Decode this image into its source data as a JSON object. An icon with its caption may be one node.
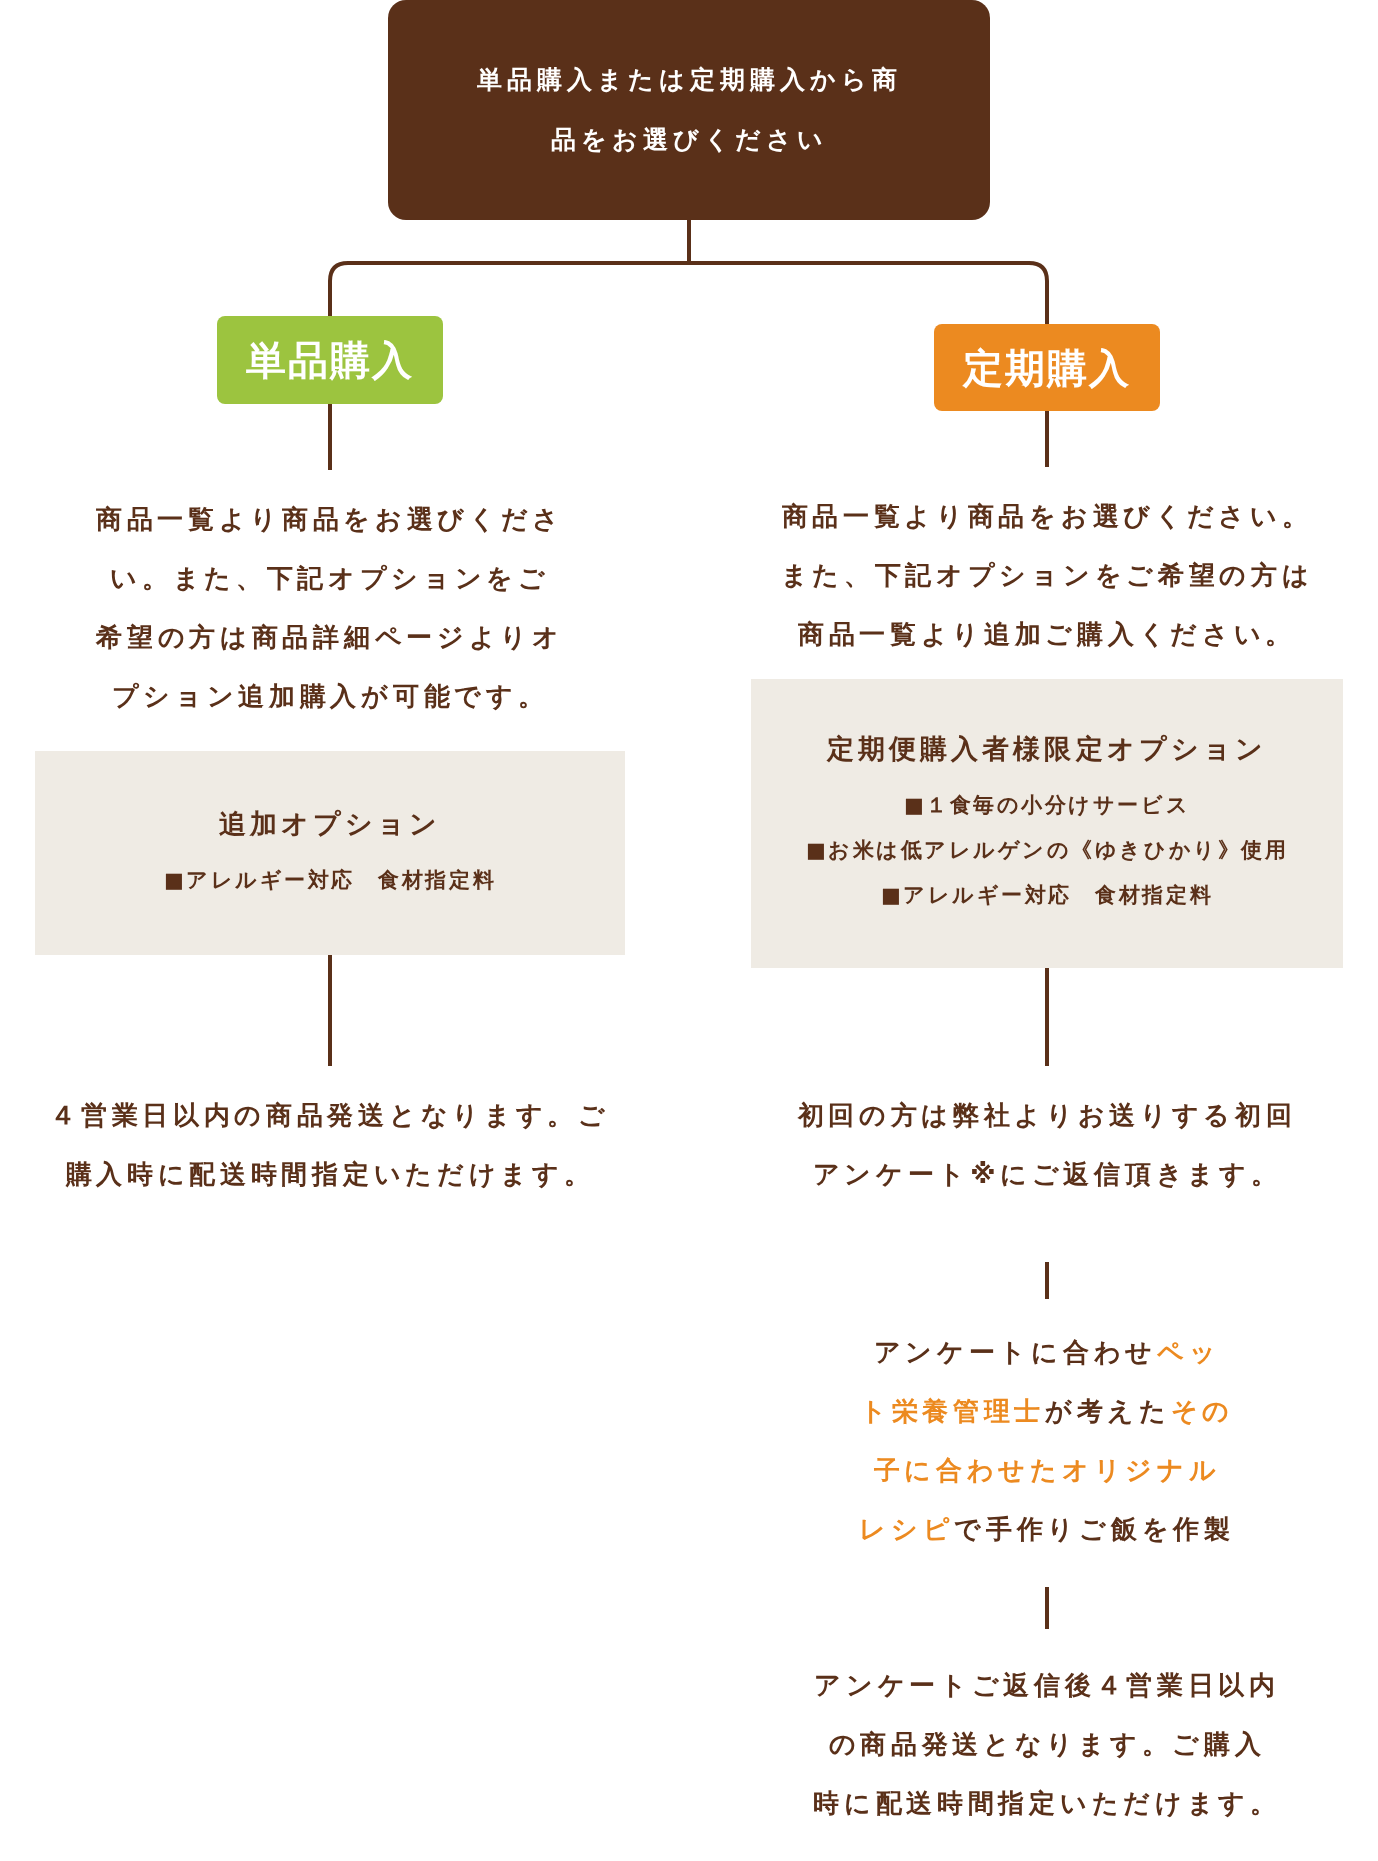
{
  "diagram": {
    "nodes": [
      {
        "text": [
          "単品購入または定期購入から商品をお選びください"
        ]
      },
      {
        "text": [
          "単品購入"
        ]
      },
      {
        "text": [
          "定期購入"
        ]
      },
      {
        "text": [
          "商品一覧より商品をお選びください。また、下記オプションをご希望の方は商品詳細ページよりオプション追加購入が可能です。"
        ]
      },
      {
        "text": [
          "追加オプション",
          "■アレルギー対応　食材指定料"
        ]
      },
      {
        "text": [
          "４営業日以内の商品発送となります。ご購入時に配送時間指定いただけます。"
        ]
      },
      {
        "text": [
          "商品一覧より商品をお選びください。また、下記オプションをご希望の方は商品一覧より追加ご購入ください。"
        ]
      },
      {
        "text": [
          "定期便購入者様限定オプション",
          "■１食毎の小分けサービス",
          "■お米は低アレルゲンの《ゆきひかり》使用",
          "■アレルギー対応　食材指定料"
        ]
      },
      {
        "text": [
          "初回の方は弊社よりお送りする初回アンケート※にご返信頂きます。"
        ]
      },
      {
        "text": [
          "アンケートに合わせ**ペット栄養管理士**が考えた**その子に合わせたオリジナルレシピ**で手作りご飯を作製"
        ]
      },
      {
        "text": [
          "アンケートご返信後４営業日以内の商品発送となります。ご購入時に配送時間指定いただけます。"
        ]
      }
    ],
    "edges": [
      {
        "from": 0,
        "to": 1,
        "arrow": "none"
      },
      {
        "from": 0,
        "to": 2,
        "arrow": "none"
      },
      {
        "from": 1,
        "to": 3,
        "arrow": "none"
      },
      {
        "from": 2,
        "to": 6,
        "arrow": "none"
      },
      {
        "from": 4,
        "to": 5,
        "arrow": "none"
      },
      {
        "from": 7,
        "to": 8,
        "arrow": "none"
      },
      {
        "from": 8,
        "to": 9,
        "arrow": "none"
      },
      {
        "from": 9,
        "to": 10,
        "arrow": "none"
      }
    ]
  }
}
